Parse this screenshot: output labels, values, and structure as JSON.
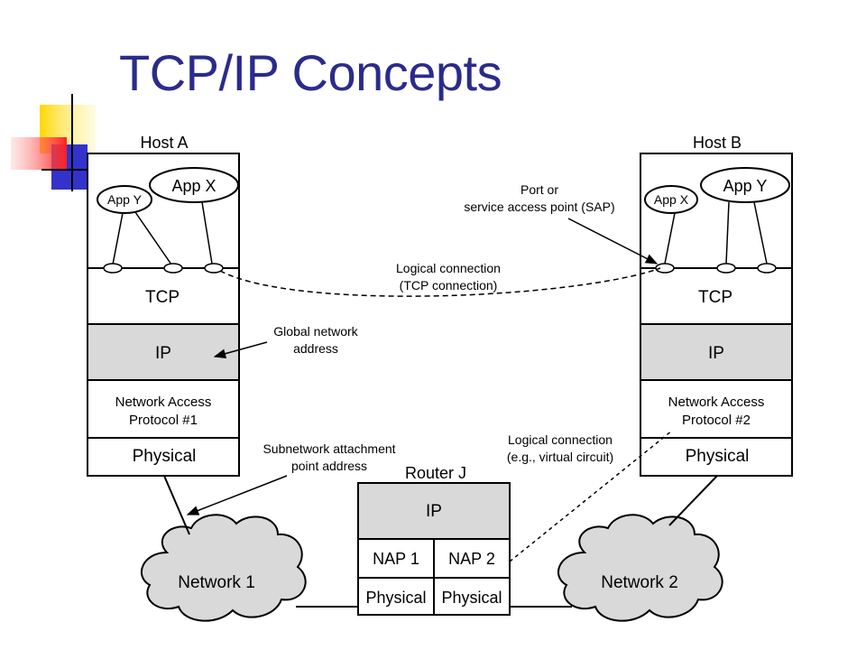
{
  "slide": {
    "title": "TCP/IP Concepts"
  },
  "host_a": {
    "label": "Host A",
    "apps": [
      "App Y",
      "App X"
    ],
    "layers": [
      "TCP",
      "IP",
      "Network Access",
      "Protocol #1",
      "Physical"
    ]
  },
  "host_b": {
    "label": "Host B",
    "apps": [
      "App X",
      "App Y"
    ],
    "layers": [
      "TCP",
      "IP",
      "Network Access",
      "Protocol #2",
      "Physical"
    ]
  },
  "router": {
    "label": "Router J",
    "ip": "IP",
    "nap1": "NAP 1",
    "nap2": "NAP 2",
    "phys1": "Physical",
    "phys2": "Physical"
  },
  "networks": [
    "Network 1",
    "Network 2"
  ],
  "annotations": {
    "port_line1": "Port or",
    "port_line2": "service access point (SAP)",
    "logical_tcp_line1": "Logical connection",
    "logical_tcp_line2": "(TCP connection)",
    "global_line1": "Global network",
    "global_line2": "address",
    "subnet_line1": "Subnetwork attachment",
    "subnet_line2": "point address",
    "logical_vc_line1": "Logical connection",
    "logical_vc_line2": "(e.g., virtual circuit)"
  },
  "colors": {
    "title": "#2b2b8c",
    "ip_fill": "#d9d9d9",
    "cloud_fill": "#d9d9d9",
    "deco_yellow": "#ffd700",
    "deco_blue": "#3333cc",
    "deco_red": "#ff4040"
  }
}
